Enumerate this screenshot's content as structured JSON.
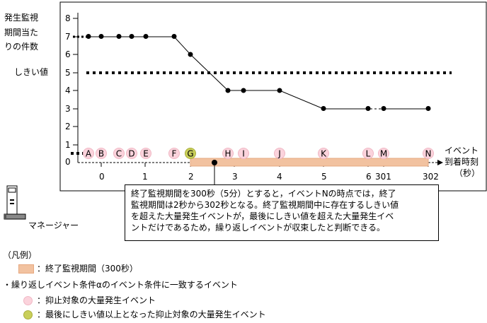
{
  "diagram": {
    "y_title": [
      "発生監視",
      "期間当た",
      "りの件数"
    ],
    "threshold_label": "しきい値",
    "y_ticks": [
      "8",
      "7",
      "6",
      "5",
      "4",
      "3",
      "2",
      "1",
      "0"
    ],
    "x_title": [
      "イベント",
      "到着時刻",
      "（秒）"
    ],
    "x_ticks": [
      "0",
      "1",
      "2",
      "3",
      "4",
      "5",
      "6",
      "301",
      "302"
    ],
    "threshold_value": 5,
    "events": [
      {
        "label": "A",
        "count": 7,
        "kind": "pink"
      },
      {
        "label": "B",
        "count": 7,
        "kind": "pink"
      },
      {
        "label": "C",
        "count": 7,
        "kind": "pink"
      },
      {
        "label": "D",
        "count": 7,
        "kind": "pink"
      },
      {
        "label": "E",
        "count": 7,
        "kind": "pink"
      },
      {
        "label": "F",
        "count": 7,
        "kind": "pink"
      },
      {
        "label": "G",
        "count": 6,
        "kind": "green"
      },
      {
        "label": "H",
        "count": 4,
        "kind": "pink"
      },
      {
        "label": "I",
        "count": 4,
        "kind": "pink"
      },
      {
        "label": "J",
        "count": 4,
        "kind": "pink"
      },
      {
        "label": "K",
        "count": 3,
        "kind": "pink"
      },
      {
        "label": "L",
        "count": 3,
        "kind": "pink"
      },
      {
        "label": "M",
        "count": 3,
        "kind": "pink"
      },
      {
        "label": "N",
        "count": 3,
        "kind": "pink"
      }
    ],
    "manager_label": "マネージャー",
    "note_lines": [
      "終了監視期間を300秒（5分）とすると，イベントNの時点では，終了",
      "監視期間は2秒から302秒となる。終了監視期間中に存在するしきい値",
      "を超えた大量発生イベントが，最後にしきい値を超えた大量発生イベ",
      "ントだけであるため，繰り返しイベントが収束したと判断できる。"
    ]
  },
  "legend": {
    "heading": "（凡例）",
    "period_label": "：終了監視期間（300秒）",
    "condition_label": "・繰り返しイベント条件αのイベント条件に一致するイベント",
    "pink_label": "：抑止対象の大量発生イベント",
    "green_label": "：最後にしきい値以上となった抑止対象の大量発生イベント"
  },
  "colors": {
    "period_fill": "#f2c2a0",
    "pink_event": "#fbd3dc",
    "green_event": "#c9cf5a"
  }
}
